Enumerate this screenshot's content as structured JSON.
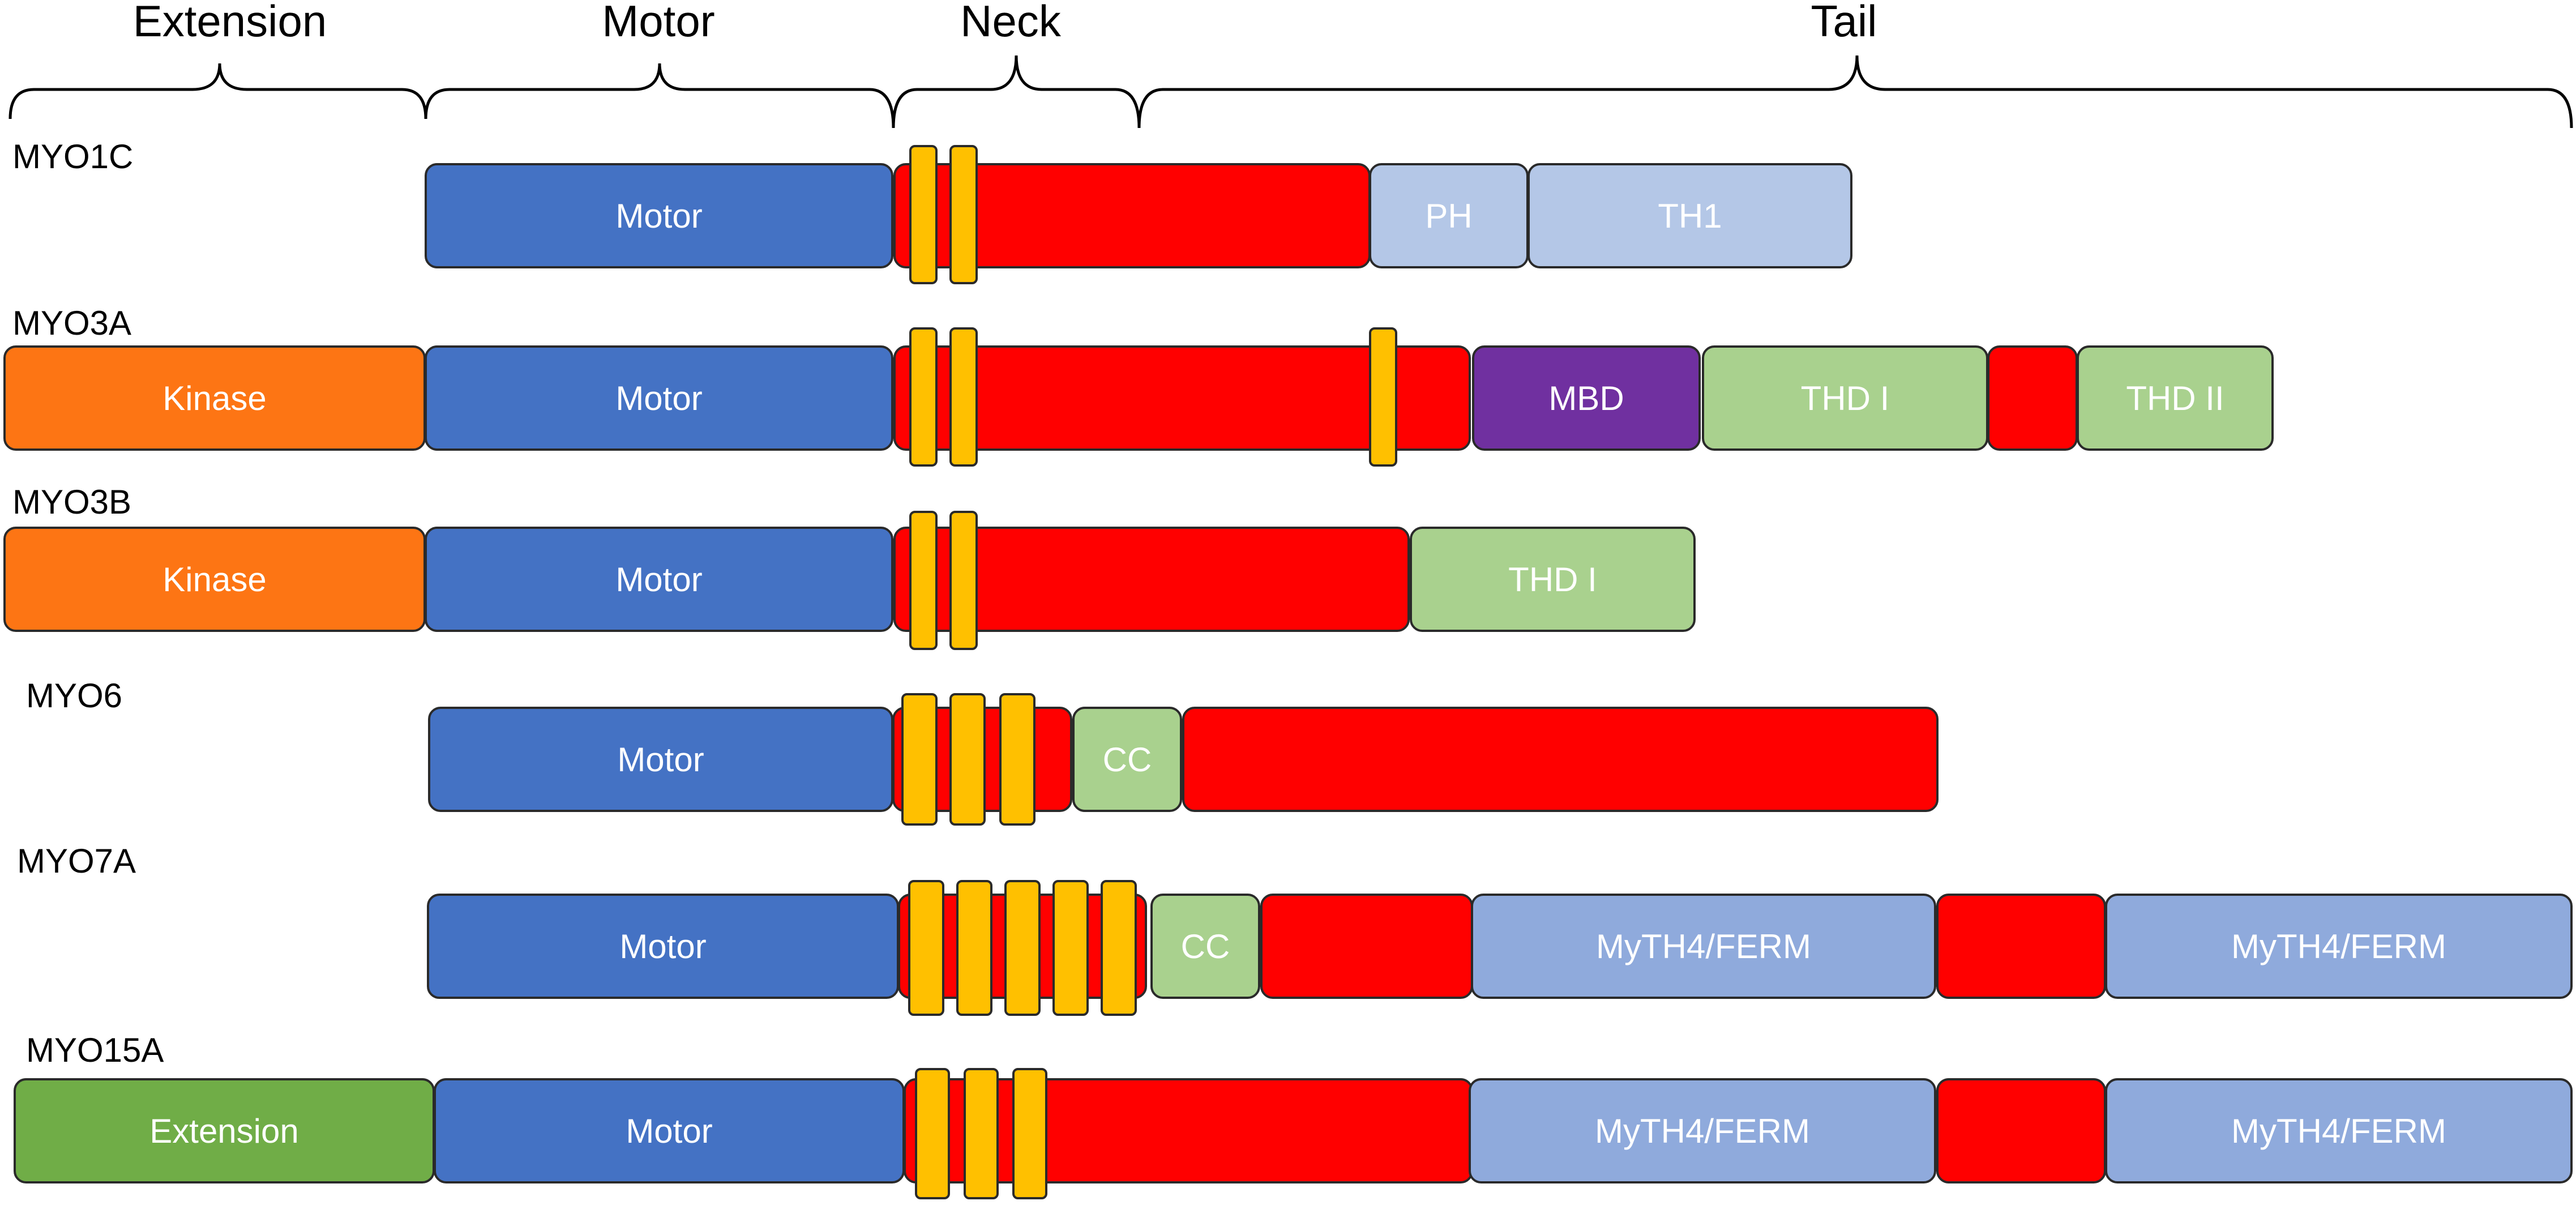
{
  "sections": {
    "extension": "Extension",
    "motor": "Motor",
    "neck": "Neck",
    "tail": "Tail"
  },
  "colors": {
    "motor": "#4472c4",
    "neck": "#ff0000",
    "iq_motif": "#ffc000",
    "kinase": "#fd7514",
    "ph_th1": "#b4c7e7",
    "thd": "#a9d18e",
    "mbd": "#7030a0",
    "cc": "#a9d18e",
    "myth4_ferm": "#8faadc",
    "extension": "#70ad47"
  },
  "proteins": [
    {
      "name": "MYO1C",
      "domains": {
        "motor": "Motor",
        "ph": "PH",
        "th1": "TH1"
      },
      "iq_count": 2
    },
    {
      "name": "MYO3A",
      "domains": {
        "kinase": "Kinase",
        "motor": "Motor",
        "mbd": "MBD",
        "thd1": "THD I",
        "thd2": "THD II"
      },
      "iq_count": 3
    },
    {
      "name": "MYO3B",
      "domains": {
        "kinase": "Kinase",
        "motor": "Motor",
        "thd1": "THD I"
      },
      "iq_count": 2
    },
    {
      "name": "MYO6",
      "domains": {
        "motor": "Motor",
        "cc": "CC"
      },
      "iq_count": 3
    },
    {
      "name": "MYO7A",
      "domains": {
        "motor": "Motor",
        "cc": "CC",
        "myth4_ferm_1": "MyTH4/FERM",
        "myth4_ferm_2": "MyTH4/FERM"
      },
      "iq_count": 5
    },
    {
      "name": "MYO15A",
      "domains": {
        "extension": "Extension",
        "motor": "Motor",
        "myth4_ferm_1": "MyTH4/FERM",
        "myth4_ferm_2": "MyTH4/FERM"
      },
      "iq_count": 3
    }
  ]
}
